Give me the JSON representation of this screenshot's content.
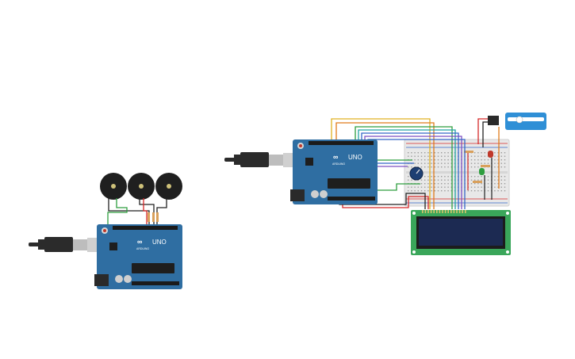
{
  "canvas": {
    "background": "#ffffff"
  },
  "board_labels": {
    "brand": "UNO",
    "sub": "ARDUINO"
  },
  "colors": {
    "board": "#2f6ea2",
    "board_dark": "#1f4f78",
    "usb_cable": "#2b2b2b",
    "lcd_pcb": "#3aa65a",
    "lcd_screen": "#1c2a52",
    "breadboard": "#e8e8e8",
    "servo": "#2f8fd6",
    "wire_red": "#d62828",
    "wire_black": "#222222",
    "wire_green": "#2e9e3f",
    "wire_yellow": "#e0b020",
    "wire_orange": "#e07b1a",
    "wire_blue": "#3566c8",
    "wire_purple": "#7d4fc2",
    "wire_teal": "#22a3a3"
  },
  "icons": [
    "usb-plug-icon",
    "piezo-buzzer-icon",
    "potentiometer-icon",
    "led-icon",
    "resistor-icon",
    "servo-motor-icon"
  ],
  "components": {
    "left_circuit": [
      "arduino-uno",
      "usb-cable",
      "piezo-buzzer",
      "piezo-buzzer",
      "piezo-buzzer",
      "resistor",
      "resistor",
      "resistor"
    ],
    "right_circuit": [
      "arduino-uno",
      "usb-cable",
      "breadboard",
      "lcd-16x2",
      "potentiometer",
      "servo-motor",
      "led-red",
      "led-green",
      "resistor",
      "resistor",
      "resistor"
    ]
  }
}
